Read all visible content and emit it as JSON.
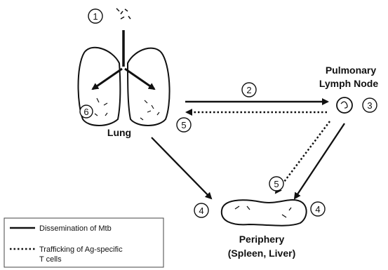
{
  "labels": {
    "lung": "Lung",
    "lymph_node_line1": "Pulmonary",
    "lymph_node_line2": "Lymph Node",
    "periphery": "Periphery",
    "periphery_sub": "(Spleen, Liver)"
  },
  "step_numbers": {
    "inhalation": "1",
    "to_lymph_node": "2",
    "at_lymph_node": "3",
    "lung_to_periphery": "4",
    "node_to_periphery": "4",
    "tcell_to_lung": "5",
    "tcell_to_periphery": "5",
    "in_lung": "6"
  },
  "legend": {
    "solid_label": "Dissemination of Mtb",
    "dotted_label_line1": "Trafficking of Ag-specific",
    "dotted_label_line2": "T cells"
  },
  "colors": {
    "ink": "#111111",
    "background": "#ffffff"
  }
}
